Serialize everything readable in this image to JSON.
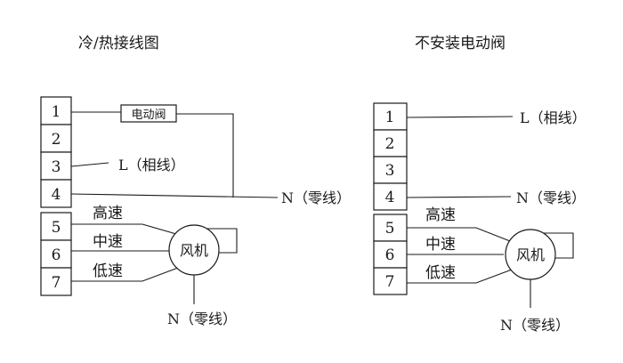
{
  "diagrams": [
    {
      "title": "冷/热接线图",
      "terminals": [
        "1",
        "2",
        "3",
        "4",
        "5",
        "6",
        "7"
      ],
      "valve_label": "电动阀",
      "live_label": "L（相线）",
      "neutral_label": "N（零线）",
      "speeds": [
        "高速",
        "中速",
        "低速"
      ],
      "fan_label": "风机",
      "fan_neutral_label": "N（零线）"
    },
    {
      "title": "不安装电动阀",
      "terminals": [
        "1",
        "2",
        "3",
        "4",
        "5",
        "6",
        "7"
      ],
      "live_label": "L（相线）",
      "neutral_label": "N（零线）",
      "speeds": [
        "高速",
        "中速",
        "低速"
      ],
      "fan_label": "风机",
      "fan_neutral_label": "N（零线）"
    }
  ]
}
